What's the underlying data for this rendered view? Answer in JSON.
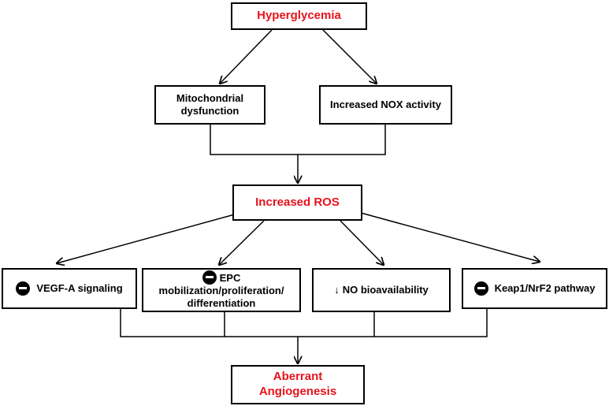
{
  "nodes": {
    "hyperglycemia": "Hyperglycemia",
    "mito_line1": "Mitochondrial",
    "mito_line2": "dysfunction",
    "nox": "Increased NOX activity",
    "ros": "Increased ROS",
    "vegf": "VEGF-A signaling",
    "epc_line1": "EPC",
    "epc_line2": "mobilization/proliferation/",
    "epc_line3": "differentiation",
    "no_arrow": "↓",
    "no": "NO bioavailability",
    "keap": "Keap1/NrF2 pathway",
    "aberrant_line1": "Aberrant",
    "aberrant_line2": "Angiogenesis"
  },
  "colors": {
    "highlight_text": "#e8121b",
    "default_text": "#000000",
    "border": "#000000"
  },
  "icons": [
    "inhibition-icon"
  ]
}
